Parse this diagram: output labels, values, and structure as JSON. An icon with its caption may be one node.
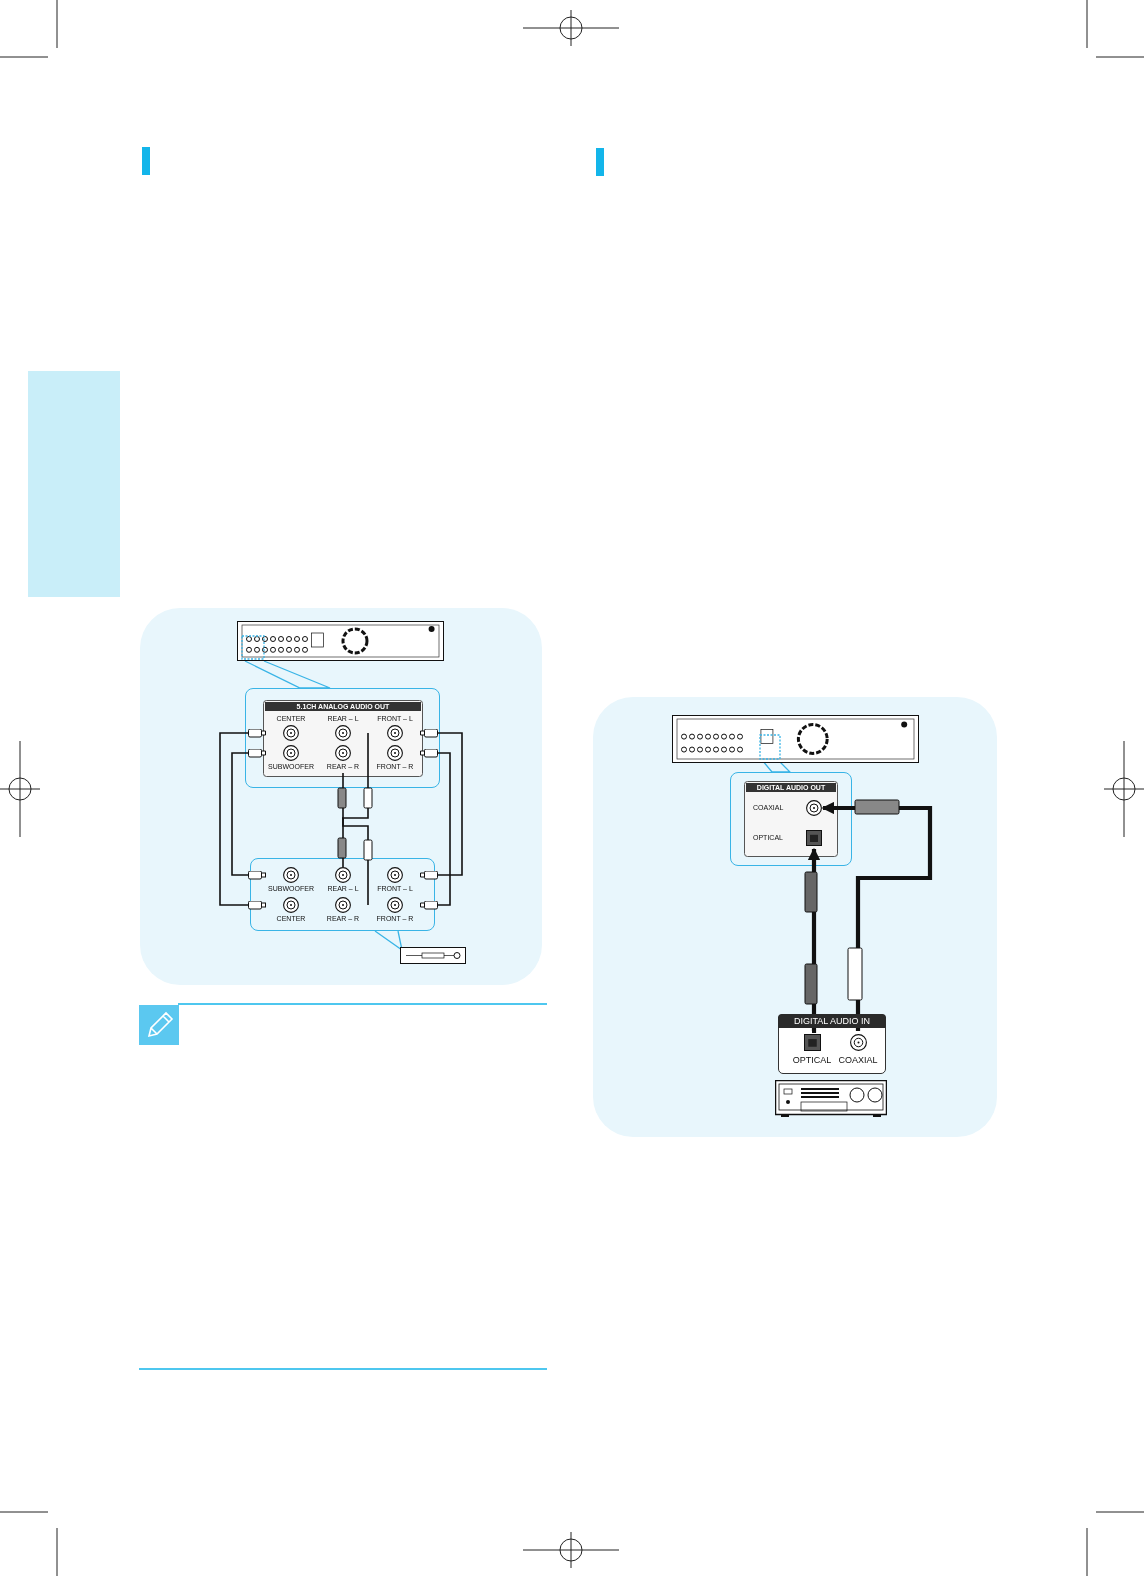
{
  "diagram": {
    "nodes": [
      {
        "text": [],
        "shape": "picture"
      },
      {
        "text": [
          "5.1CH ANALOG AUDIO OUT"
        ]
      },
      {
        "text": [
          "CENTER"
        ],
        "in": 1
      },
      {
        "text": [
          "SUBWOOFER"
        ],
        "in": 1
      },
      {
        "text": [
          "REAR – L"
        ],
        "in": 1
      },
      {
        "text": [
          "REAR – R"
        ],
        "in": 1
      },
      {
        "text": [
          "FRONT – L"
        ],
        "in": 1
      },
      {
        "text": [
          "FRONT – R"
        ],
        "in": 1
      },
      {
        "text": [],
        "shape": "box"
      },
      {
        "text": [
          "SUBWOOFER"
        ],
        "in": 8
      },
      {
        "text": [
          "CENTER"
        ],
        "in": 8
      },
      {
        "text": [
          "REAR – L"
        ],
        "in": 8
      },
      {
        "text": [
          "REAR – R"
        ],
        "in": 8
      },
      {
        "text": [
          "FRONT – L"
        ],
        "in": 8
      },
      {
        "text": [
          "FRONT – R"
        ],
        "in": 8
      },
      {
        "text": [],
        "shape": "picture"
      },
      {
        "text": [],
        "shape": "picture"
      },
      {
        "text": [
          "DIGITAL AUDIO OUT"
        ]
      },
      {
        "text": [
          "COAXIAL"
        ],
        "in": 17
      },
      {
        "text": [
          "OPTICAL"
        ],
        "in": 17
      },
      {
        "text": [
          "DIGITAL AUDIO IN"
        ]
      },
      {
        "text": [
          "OPTICAL"
        ],
        "in": 20
      },
      {
        "text": [
          "COAXIAL"
        ],
        "in": 20
      },
      {
        "text": [],
        "shape": "picture"
      },
      {
        "text": [],
        "shape": "box"
      }
    ],
    "edges": [
      {
        "from": 2,
        "to": 10,
        "arrow": "other"
      },
      {
        "from": 3,
        "to": 9,
        "arrow": "other"
      },
      {
        "from": 4,
        "to": 11,
        "arrow": "none"
      },
      {
        "from": 5,
        "to": 12,
        "arrow": "none"
      },
      {
        "from": 6,
        "to": 13,
        "arrow": "other"
      },
      {
        "from": 7,
        "to": 14,
        "arrow": "other"
      },
      {
        "from": 21,
        "to": 19,
        "arrow": "to",
        "style": "thick"
      },
      {
        "from": 22,
        "to": 18,
        "arrow": "to",
        "style": "thick"
      }
    ]
  }
}
